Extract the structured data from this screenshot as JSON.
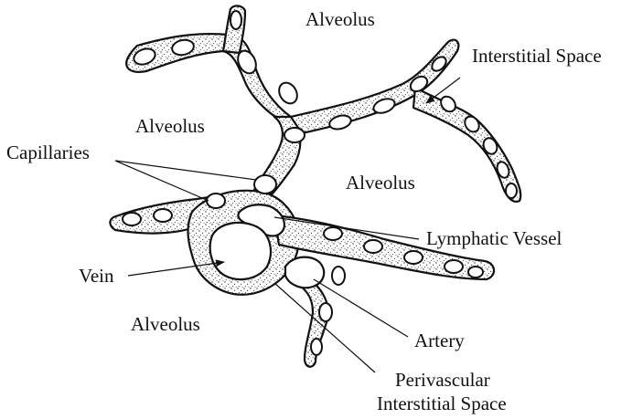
{
  "diagram": {
    "labels": {
      "alveolus_top": "Alveolus",
      "alveolus_left": "Alveolus",
      "alveolus_center": "Alveolus",
      "alveolus_bottom": "Alveolus",
      "interstitial_space": "Interstitial Space",
      "capillaries": "Capillaries",
      "lymphatic_vessel": "Lymphatic Vessel",
      "vein": "Vein",
      "artery": "Artery",
      "perivascular_line1": "Perivascular",
      "perivascular_line2": "Interstitial Space"
    },
    "colors": {
      "ink": "#111111",
      "background": "#ffffff"
    }
  }
}
